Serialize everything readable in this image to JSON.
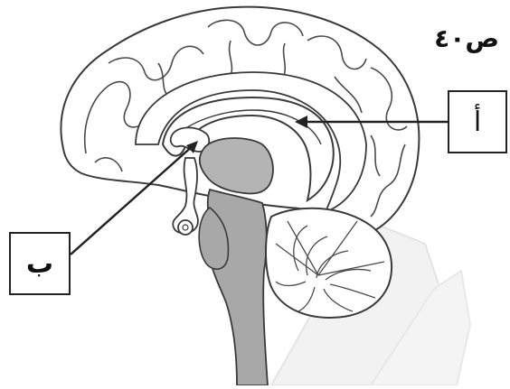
{
  "page_reference": "ص٤٠",
  "labels": {
    "a": "أ",
    "b": "ب"
  },
  "colors": {
    "outline": "#3a3a3a",
    "cortex_fill": "#ffffff",
    "brainstem_fill": "#a8a8a8",
    "thalamus_fill": "#b4b4b4",
    "cerebellum_fill": "#ffffff",
    "pointer": "#222222",
    "faint_bg": "#eeeeee"
  }
}
